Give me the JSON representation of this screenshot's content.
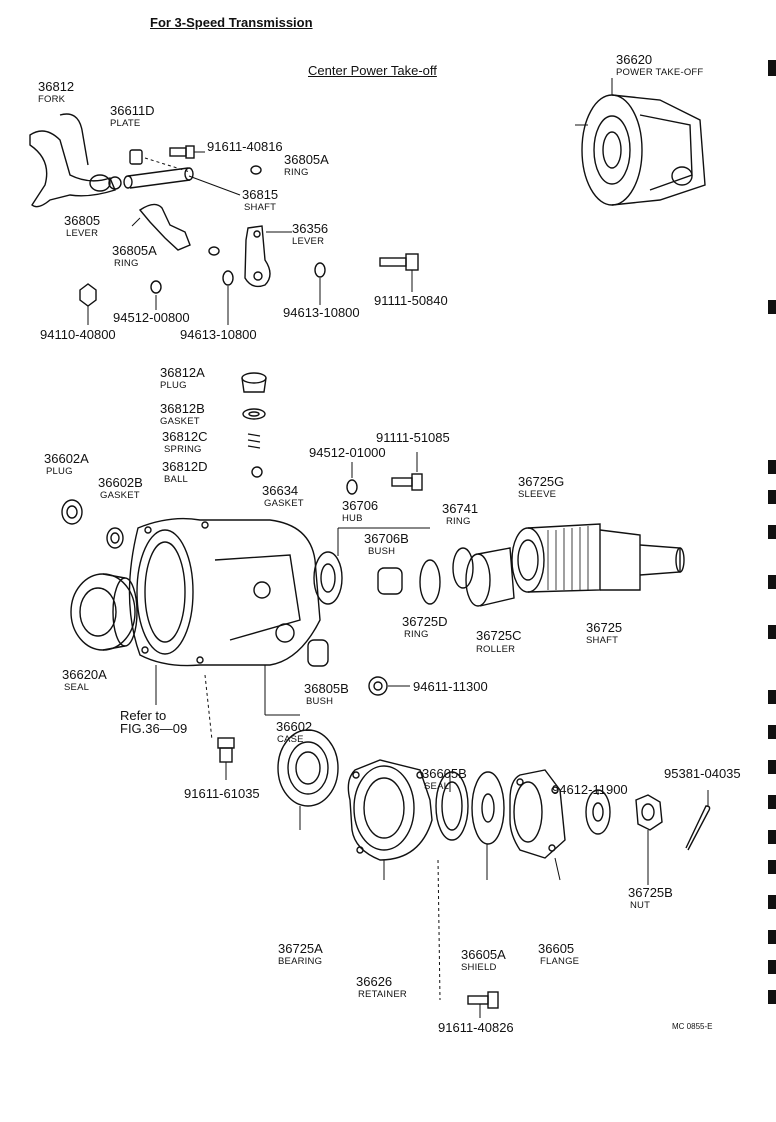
{
  "header": {
    "title": "For 3-Speed Transmission",
    "subtitle": "Center Power Take-off"
  },
  "figure_code": "MC 0855-E",
  "reference": {
    "line1": "Refer to",
    "line2": "FIG.36—09"
  },
  "parts": [
    {
      "num": "36812",
      "name": "FORK"
    },
    {
      "num": "36611D",
      "name": "PLATE"
    },
    {
      "num": "91611-40816",
      "name": ""
    },
    {
      "num": "36805A",
      "name": "RING"
    },
    {
      "num": "36815",
      "name": "SHAFT"
    },
    {
      "num": "36805",
      "name": "LEVER"
    },
    {
      "num": "36356",
      "name": "LEVER"
    },
    {
      "num": "36805A",
      "name": "RING"
    },
    {
      "num": "94512-00800",
      "name": ""
    },
    {
      "num": "94110-40800",
      "name": ""
    },
    {
      "num": "94613-10800",
      "name": ""
    },
    {
      "num": "94613-10800",
      "name": ""
    },
    {
      "num": "91111-50840",
      "name": ""
    },
    {
      "num": "36620",
      "name": "POWER TAKE-OFF"
    },
    {
      "num": "36812A",
      "name": "PLUG"
    },
    {
      "num": "36812B",
      "name": "GASKET"
    },
    {
      "num": "36812C",
      "name": "SPRING"
    },
    {
      "num": "36812D",
      "name": "BALL"
    },
    {
      "num": "94512-01000",
      "name": ""
    },
    {
      "num": "91111-51085",
      "name": ""
    },
    {
      "num": "36602A",
      "name": "PLUG"
    },
    {
      "num": "36602B",
      "name": "GASKET"
    },
    {
      "num": "36634",
      "name": "GASKET"
    },
    {
      "num": "36706",
      "name": "HUB"
    },
    {
      "num": "36706B",
      "name": "BUSH"
    },
    {
      "num": "36741",
      "name": "RING"
    },
    {
      "num": "36725G",
      "name": "SLEEVE"
    },
    {
      "num": "36725D",
      "name": "RING"
    },
    {
      "num": "36725C",
      "name": "ROLLER"
    },
    {
      "num": "36725",
      "name": "SHAFT"
    },
    {
      "num": "36620A",
      "name": "SEAL"
    },
    {
      "num": "36805B",
      "name": "BUSH"
    },
    {
      "num": "94611-11300",
      "name": ""
    },
    {
      "num": "36602",
      "name": "CASE"
    },
    {
      "num": "91611-61035",
      "name": ""
    },
    {
      "num": "36605B",
      "name": "SEAL"
    },
    {
      "num": "94612-11900",
      "name": ""
    },
    {
      "num": "95381-04035",
      "name": ""
    },
    {
      "num": "36725B",
      "name": "NUT"
    },
    {
      "num": "36725A",
      "name": "BEARING"
    },
    {
      "num": "36605A",
      "name": "SHIELD"
    },
    {
      "num": "36605",
      "name": "FLANGE"
    },
    {
      "num": "36626",
      "name": "RETAINER"
    },
    {
      "num": "91611-40826",
      "name": ""
    }
  ]
}
